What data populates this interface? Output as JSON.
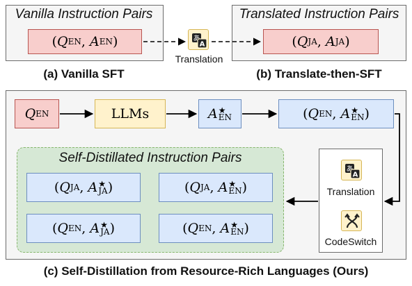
{
  "panel_a": {
    "title": "Vanilla Instruction Pairs",
    "pair": "(Q_EN, A_EN)",
    "caption": "(a) Vanilla SFT"
  },
  "panel_b": {
    "title": "Translated Instruction Pairs",
    "pair": "(Q_JA, A_JA)",
    "caption": "(b) Translate-then-SFT"
  },
  "translation_label_top": "Translation",
  "panel_c": {
    "q_en": "Q_EN",
    "llms": "LLMs",
    "a_en_star": "A*_EN",
    "pair_en": "(Q_EN, A*_EN)",
    "group_title": "Self-Distillated Instruction Pairs",
    "pairs": [
      "(Q_JA, A*_JA)",
      "(Q_JA, A*_EN)",
      "(Q_EN, A*_JA)",
      "(Q_EN, A*_EN)"
    ],
    "translation_label": "Translation",
    "codeswitch_label": "CodeSwitch",
    "caption": "(c) Self-Distillation from Resource-Rich Languages (Ours)"
  },
  "colors": {
    "red": "#f8cecc",
    "yellow": "#fff2cc",
    "blue": "#dae8fc",
    "green": "#d5e8d4",
    "panel": "#f5f5f5"
  },
  "icons": [
    "translate-icon",
    "codeswitch-icon"
  ]
}
